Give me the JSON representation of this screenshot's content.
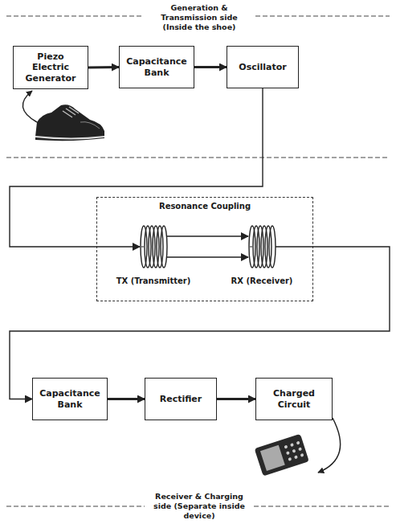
{
  "diagram": {
    "nodes": [
      {
        "text": [
          "Piezo Electric Generator"
        ]
      },
      {
        "text": [
          "Capacitance Bank"
        ]
      },
      {
        "text": [
          "Oscillator"
        ]
      },
      {
        "text": [
          "Resonance Coupling"
        ]
      },
      {
        "text": [
          "TX (Transmitter)"
        ],
        "in": 3
      },
      {
        "text": [
          "RX (Receiver)"
        ],
        "in": 3
      },
      {
        "text": [
          "Capacitance Bank"
        ]
      },
      {
        "text": [
          "Rectifier"
        ]
      },
      {
        "text": [
          "Charged Circuit"
        ]
      }
    ],
    "edges": [
      {
        "from": 0,
        "to": 1,
        "arrow": "to"
      },
      {
        "from": 1,
        "to": 2,
        "arrow": "to"
      },
      {
        "from": 2,
        "to": 4,
        "arrow": "to"
      },
      {
        "from": 4,
        "to": 5,
        "arrow": "to"
      },
      {
        "from": 5,
        "to": 6,
        "arrow": "to"
      },
      {
        "from": 6,
        "to": 7,
        "arrow": "to"
      },
      {
        "from": 7,
        "to": 8,
        "arrow": "to"
      }
    ],
    "labels": [
      "Generation & Transmission side (Inside the shoe)",
      "Receiver & Charging side (Separate inside device)"
    ]
  }
}
